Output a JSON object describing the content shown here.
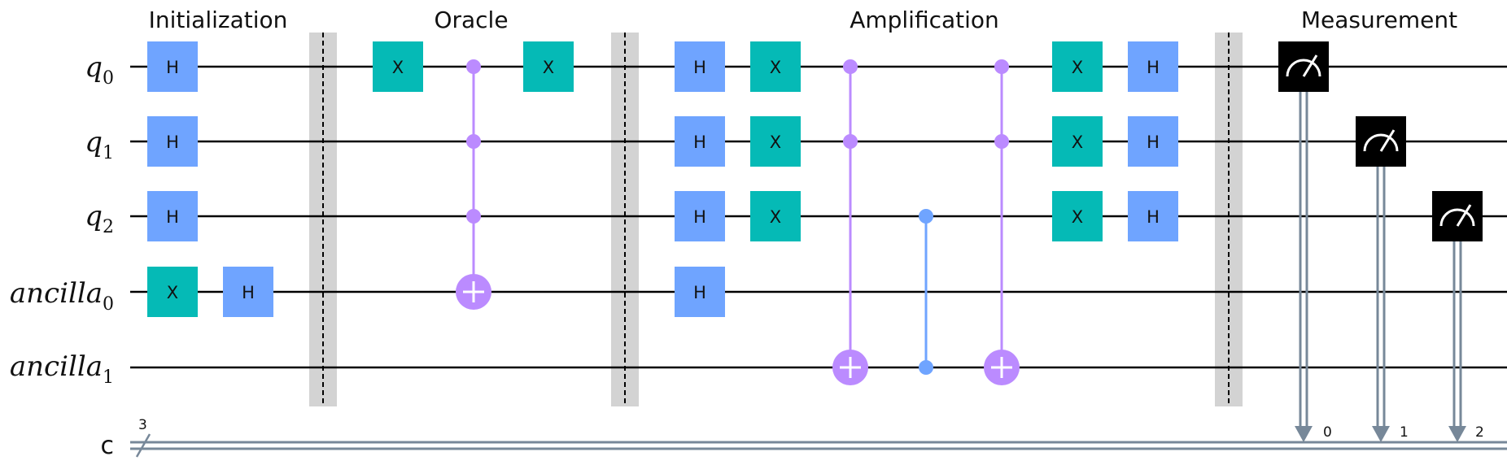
{
  "sections": [
    {
      "id": "initialization",
      "title": "Initialization"
    },
    {
      "id": "oracle",
      "title": "Oracle"
    },
    {
      "id": "amplification",
      "title": "Amplification"
    },
    {
      "id": "measurement",
      "title": "Measurement"
    }
  ],
  "qubits": [
    {
      "name": "q",
      "index": "0"
    },
    {
      "name": "q",
      "index": "1"
    },
    {
      "name": "q",
      "index": "2"
    },
    {
      "name": "ancilla",
      "index": "0"
    },
    {
      "name": "ancilla",
      "index": "1"
    }
  ],
  "classical": {
    "name": "c",
    "width": "3",
    "bits": [
      "0",
      "1",
      "2"
    ]
  },
  "gates": [
    {
      "type": "H",
      "label": "H",
      "col": 0,
      "qubit": 0
    },
    {
      "type": "H",
      "label": "H",
      "col": 0,
      "qubit": 1
    },
    {
      "type": "H",
      "label": "H",
      "col": 0,
      "qubit": 2
    },
    {
      "type": "X",
      "label": "X",
      "col": 0,
      "qubit": 3
    },
    {
      "type": "H",
      "label": "H",
      "col": 1,
      "qubit": 3
    },
    {
      "type": "X",
      "label": "X",
      "col": 3,
      "qubit": 0
    },
    {
      "type": "X",
      "label": "X",
      "col": 5,
      "qubit": 0
    },
    {
      "type": "H",
      "label": "H",
      "col": 7,
      "qubit": 0
    },
    {
      "type": "H",
      "label": "H",
      "col": 7,
      "qubit": 1
    },
    {
      "type": "H",
      "label": "H",
      "col": 7,
      "qubit": 2
    },
    {
      "type": "H",
      "label": "H",
      "col": 7,
      "qubit": 3
    },
    {
      "type": "X",
      "label": "X",
      "col": 8,
      "qubit": 0
    },
    {
      "type": "X",
      "label": "X",
      "col": 8,
      "qubit": 1
    },
    {
      "type": "X",
      "label": "X",
      "col": 8,
      "qubit": 2
    },
    {
      "type": "X",
      "label": "X",
      "col": 12,
      "qubit": 0
    },
    {
      "type": "X",
      "label": "X",
      "col": 12,
      "qubit": 1
    },
    {
      "type": "X",
      "label": "X",
      "col": 12,
      "qubit": 2
    },
    {
      "type": "H",
      "label": "H",
      "col": 13,
      "qubit": 0
    },
    {
      "type": "H",
      "label": "H",
      "col": 13,
      "qubit": 1
    },
    {
      "type": "H",
      "label": "H",
      "col": 13,
      "qubit": 2
    }
  ],
  "controlled": [
    {
      "type": "mcx",
      "col": 4,
      "controls": [
        0,
        1,
        2
      ],
      "target": 3
    },
    {
      "type": "mcx",
      "col": 9,
      "controls": [
        0,
        1
      ],
      "target": 4
    },
    {
      "type": "cz",
      "col": 10,
      "controls": [
        2
      ],
      "target": 4
    },
    {
      "type": "mcx",
      "col": 11,
      "controls": [
        0,
        1
      ],
      "target": 4
    }
  ],
  "barriers": [
    2,
    6,
    14
  ],
  "measurements": [
    {
      "col": 15,
      "qubit": 0,
      "bit": 0
    },
    {
      "col": 16,
      "qubit": 1,
      "bit": 1
    },
    {
      "col": 17,
      "qubit": 2,
      "bit": 2
    }
  ],
  "colors": {
    "h_gate": "#6fa4ff",
    "x_gate": "#05bab6",
    "mcx": "#bb8bff",
    "cz": "#6fa4ff",
    "measure": "#000000",
    "barrier": "#d3d3d3",
    "classical_wire": "#778899",
    "wire": "#000000"
  }
}
